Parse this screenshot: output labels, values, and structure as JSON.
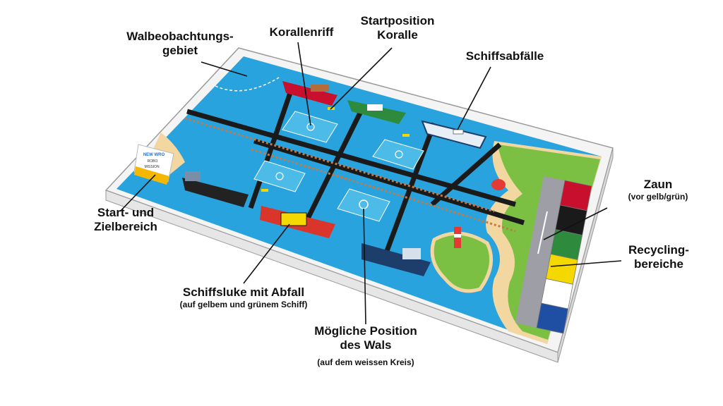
{
  "labels": {
    "whale_area": [
      "Walbeobachtungs-",
      "gebiet"
    ],
    "coral_reef": "Korallenriff",
    "start_coral": [
      "Startposition",
      "Koralle"
    ],
    "ship_waste": "Schiffsabfälle",
    "fence": "Zaun",
    "fence_note": "(vor gelb/grün)",
    "recycling": [
      "Recycling-",
      "bereiche"
    ],
    "start_finish": [
      "Start- und",
      "Zielbereich"
    ],
    "hatch": "Schiffsluke mit Abfall",
    "hatch_note": "(auf gelbem und grünem Schiff)",
    "whale_pos": [
      "Mögliche Position",
      "des Wals"
    ],
    "whale_pos_note": "(auf dem weissen Kreis)"
  },
  "mat_sign": {
    "brand": "NEW WRO",
    "line1": "ROBO",
    "line2": "MISSION"
  },
  "colors": {
    "water": "#29a3dd",
    "water_dark": "#1d86c4",
    "frame": "#f2f2f2",
    "grid_line": "#1a1a1a",
    "land": "#7cc043",
    "sand": "#f2d7a0",
    "recycling": [
      "#c8102e",
      "#1a1a1a",
      "#2e8b3d",
      "#f5d800",
      "#ffffff",
      "#1f4fa3"
    ]
  }
}
